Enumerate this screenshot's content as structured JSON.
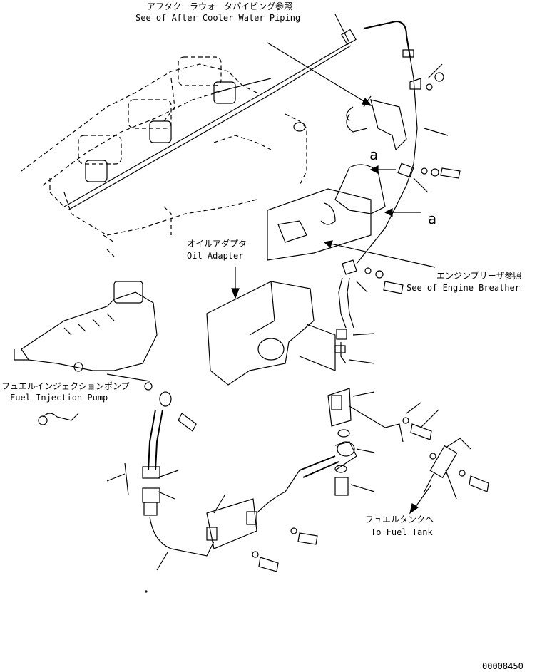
{
  "labels": {
    "after_cooler_jp": "アフタクーラウォータパイピング参照",
    "after_cooler_en": "See of After Cooler Water Piping",
    "ref_a_upper": "a",
    "ref_a_right": "a",
    "oil_adapter_jp": "オイルアダプタ",
    "oil_adapter_en": "Oil Adapter",
    "engine_breather_jp": "エンジンブリーザ参照",
    "engine_breather_en": "See of Engine Breather",
    "fuel_pump_jp": "フュエルインジェクションポンプ",
    "fuel_pump_en": "Fuel Injection Pump",
    "fuel_tank_jp": "フュエルタンクへ",
    "fuel_tank_en": "To Fuel Tank",
    "drawing_number": "00008450"
  }
}
